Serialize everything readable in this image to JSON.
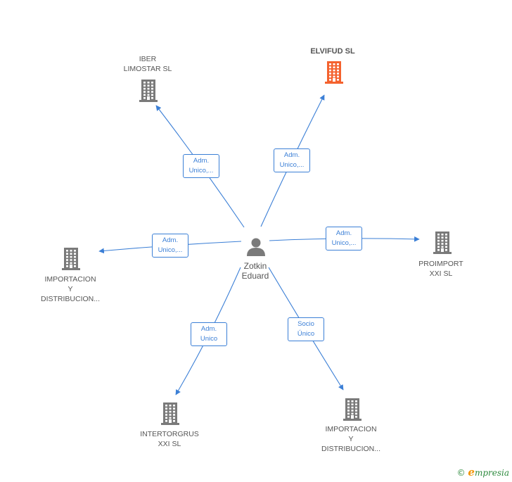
{
  "center": {
    "name": "Zotkin\nEduard",
    "icon": "person-icon"
  },
  "companies": [
    {
      "id": "elvifud",
      "name": "ELVIFUD  SL",
      "focus": true,
      "color": "#f4622e",
      "icon": "building-icon"
    },
    {
      "id": "iber",
      "name": "IBER\nLIMOSTAR  SL",
      "focus": false,
      "color": "#7a7a7a",
      "icon": "building-icon"
    },
    {
      "id": "proimport",
      "name": "PROIMPORT\nXXI  SL",
      "focus": false,
      "color": "#7a7a7a",
      "icon": "building-icon"
    },
    {
      "id": "importacion1",
      "name": "IMPORTACION\nY\nDISTRIBUCION...",
      "focus": false,
      "color": "#7a7a7a",
      "icon": "building-icon"
    },
    {
      "id": "intertorgrus",
      "name": "INTERTORGRUS\nXXI SL",
      "focus": false,
      "color": "#7a7a7a",
      "icon": "building-icon"
    },
    {
      "id": "importacion2",
      "name": "IMPORTACION\nY\nDISTRIBUCION...",
      "focus": false,
      "color": "#7a7a7a",
      "icon": "building-icon"
    }
  ],
  "relations": [
    {
      "to": "iber",
      "role": "Adm.\nUnico,..."
    },
    {
      "to": "elvifud",
      "role": "Adm.\nUnico,..."
    },
    {
      "to": "importacion1",
      "role": "Adm.\nUnico,..."
    },
    {
      "to": "proimport",
      "role": "Adm.\nUnico,..."
    },
    {
      "to": "intertorgrus",
      "role": "Adm.\nUnico"
    },
    {
      "to": "importacion2",
      "role": "Socio\nÚnico"
    }
  ],
  "colors": {
    "edge": "#3b7fd6",
    "building": "#7a7a7a",
    "focus": "#f4622e",
    "person": "#7a7a7a"
  },
  "footer": {
    "copyright": "©",
    "brand_initial": "e",
    "brand_rest": "mpresia"
  }
}
